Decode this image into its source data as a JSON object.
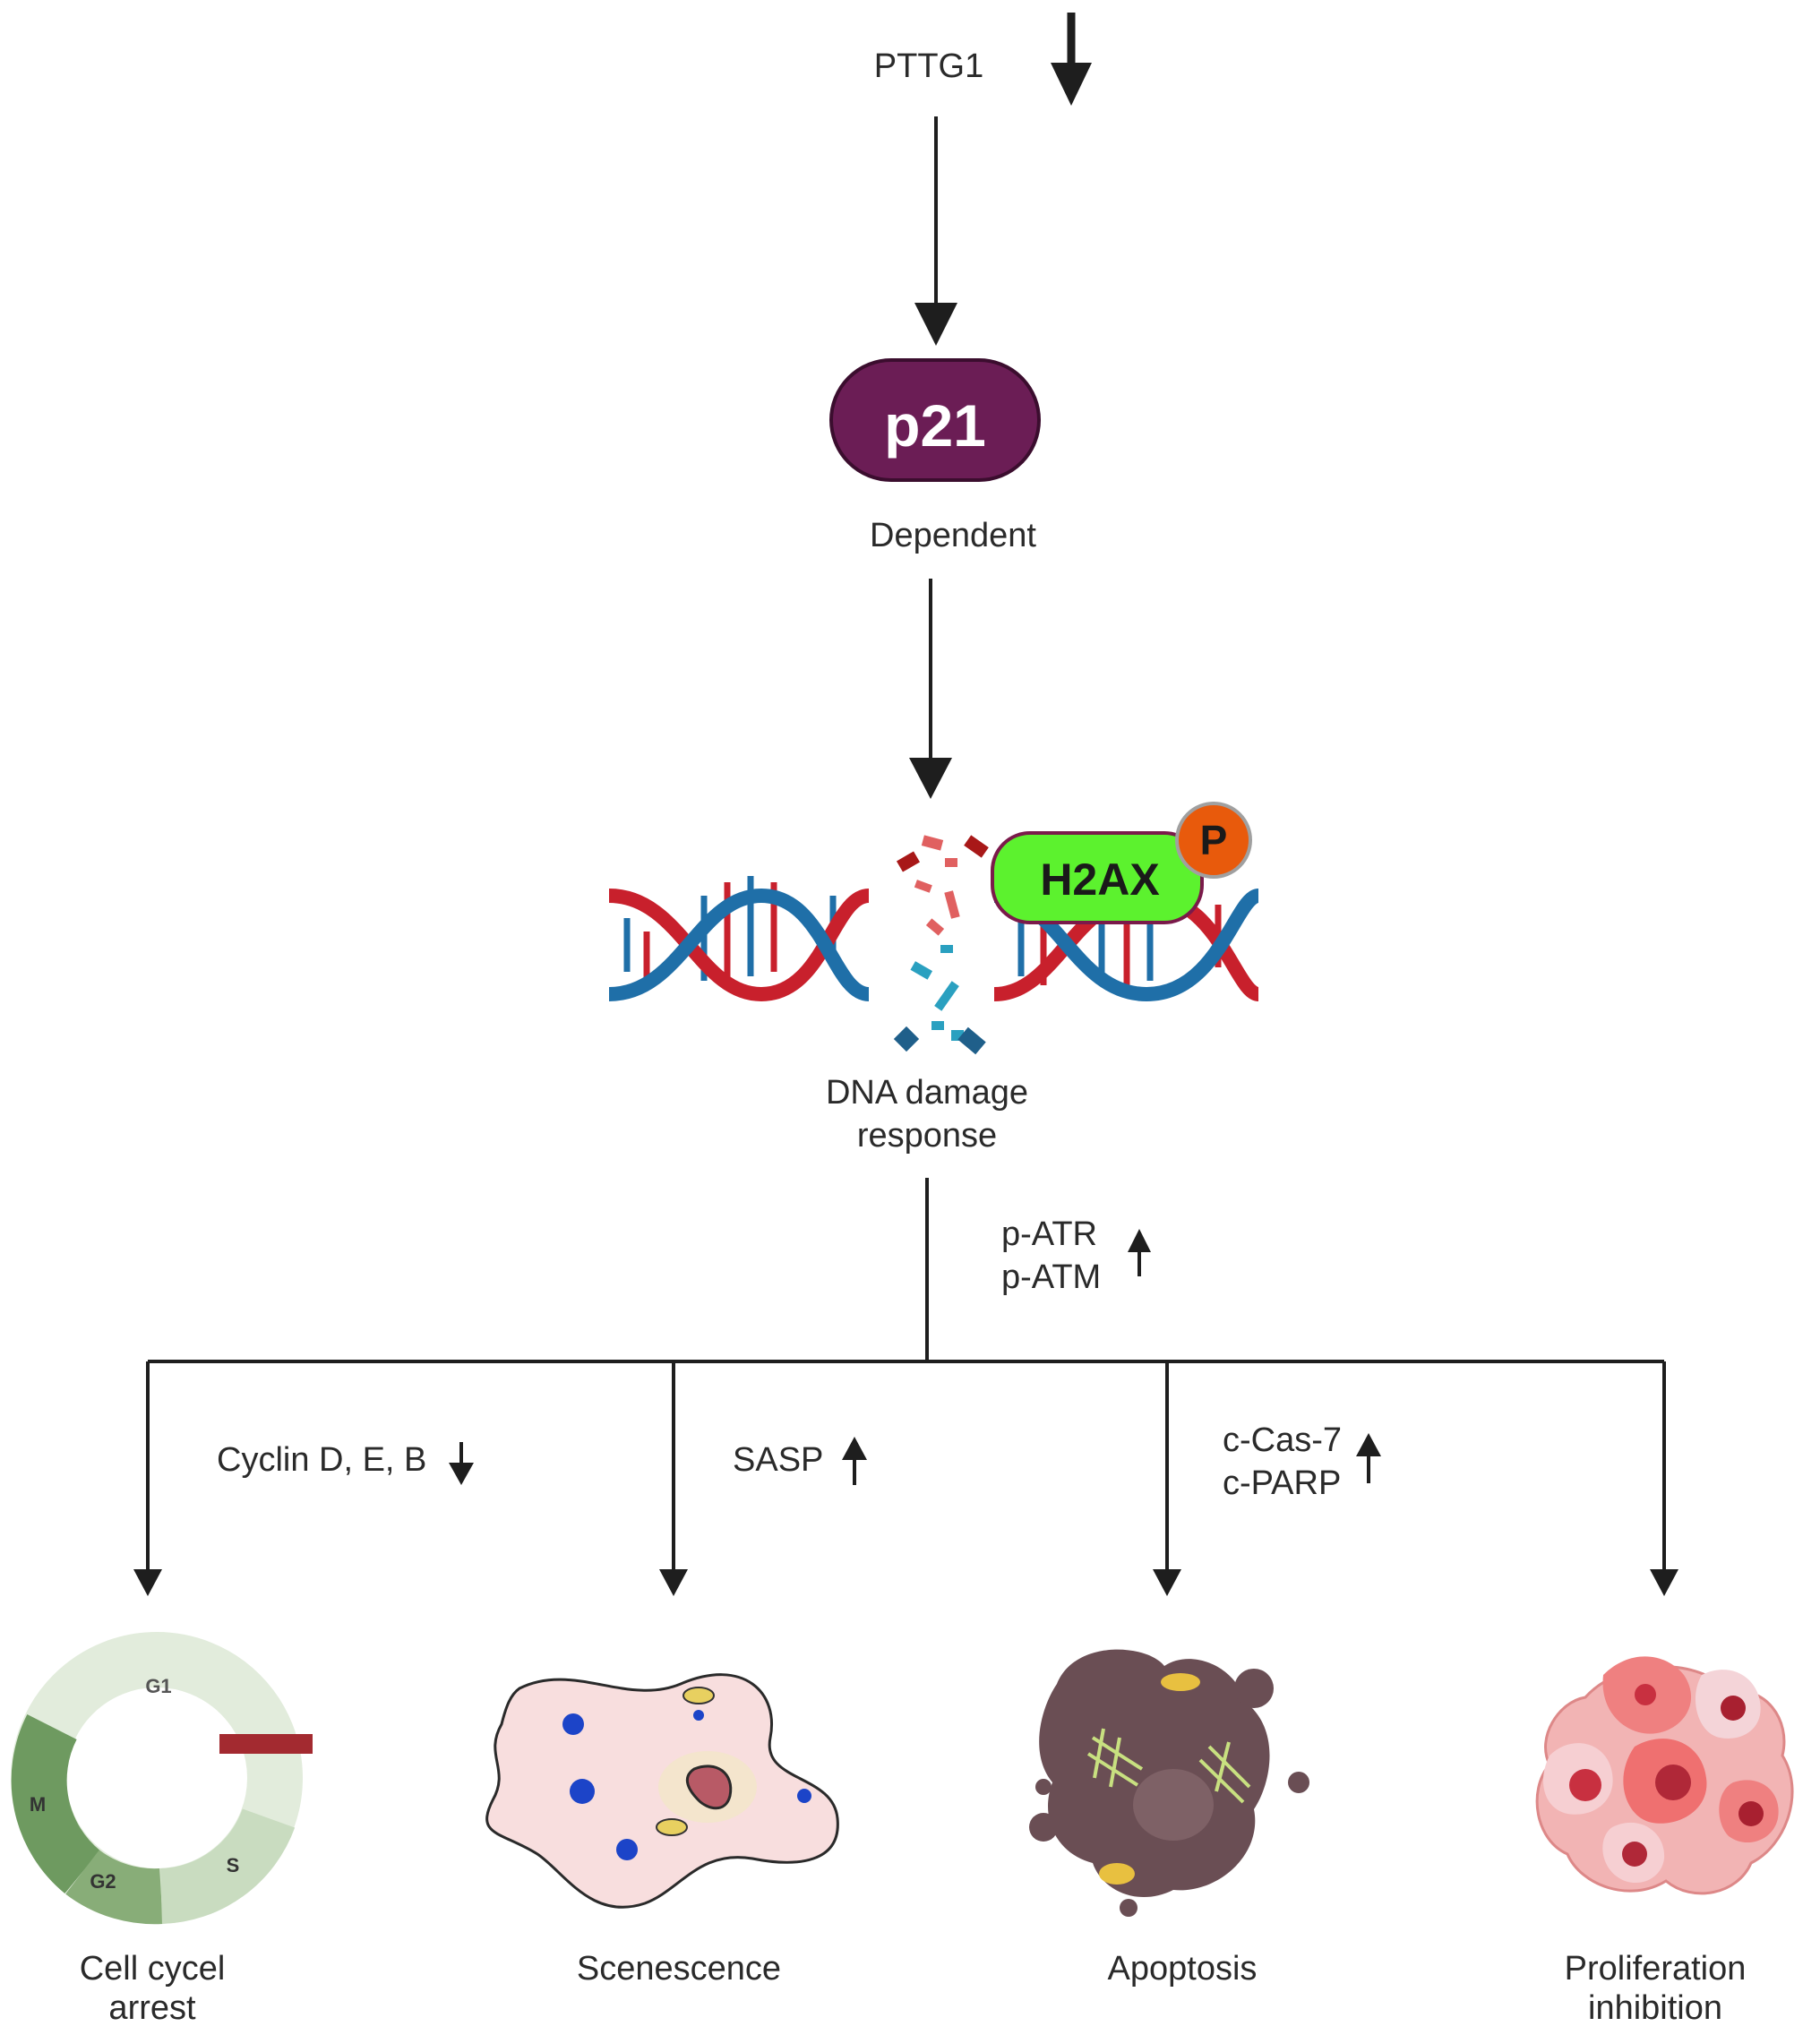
{
  "top": {
    "gene": "PTTG1"
  },
  "p21": {
    "label": "p21",
    "dependent": "Dependent"
  },
  "dna": {
    "h2ax_label": "H2AX",
    "phospho_label": "P",
    "response_line1": "DNA damage",
    "response_line2": "response"
  },
  "markers": {
    "patr": "p-ATR",
    "patm": "p-ATM"
  },
  "branches": {
    "cyclin": "Cyclin D, E, B",
    "sasp": "SASP",
    "ccas7": "c-Cas-7",
    "cparp": "c-PARP"
  },
  "cycle": {
    "g1": "G1",
    "s": "S",
    "g2": "G2",
    "m": "M"
  },
  "outcomes": {
    "cell_cycle_line1": "Cell cycel",
    "cell_cycle_line2": "arrest",
    "senescence": "Scenescence",
    "apoptosis": "Apoptosis",
    "prolif_line1": "Proliferation",
    "prolif_line2": "inhibition"
  },
  "colors": {
    "arrow": "#1e1e1e",
    "p21_fill": "#6b1d55",
    "h2ax_fill": "#5cf22e",
    "phospho_fill": "#e85a0c",
    "dna_red": "#c8202c",
    "dna_blue": "#1f6fa8",
    "cycle_light": "#e2ecdc",
    "cycle_dark": "#6e9a60",
    "block_bar": "#a32a30"
  }
}
